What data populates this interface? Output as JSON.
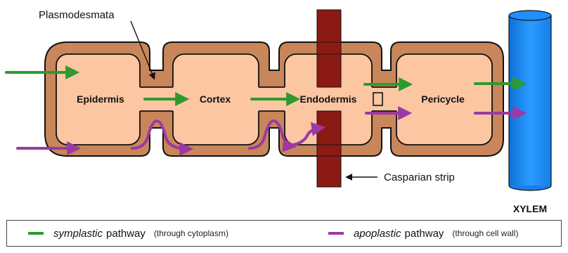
{
  "colors": {
    "wall": "#c8865a",
    "wall_stroke": "#111111",
    "cytoplasm": "#fcc6a2",
    "casparian": "#8b1a14",
    "xylem": "#1e90ff",
    "xylem_dark": "#1160c0",
    "symplastic": "#2e9a2e",
    "apoplastic": "#9a3aa2"
  },
  "labels": {
    "plasmodesmata": "Plasmodesmata",
    "casparian_strip": "Casparian strip",
    "xylem": "XYLEM"
  },
  "cells": [
    {
      "name": "epidermis",
      "label": "Epidermis"
    },
    {
      "name": "cortex",
      "label": "Cortex"
    },
    {
      "name": "endodermis",
      "label": "Endodermis"
    },
    {
      "name": "pericycle",
      "label": "Pericycle"
    }
  ],
  "legend": {
    "symplastic": {
      "em": "symplastic",
      "main": "pathway",
      "note": "(through cytoplasm)"
    },
    "apoplastic": {
      "em": "apoplastic",
      "main": "pathway",
      "note": "(through cell wall)"
    }
  }
}
